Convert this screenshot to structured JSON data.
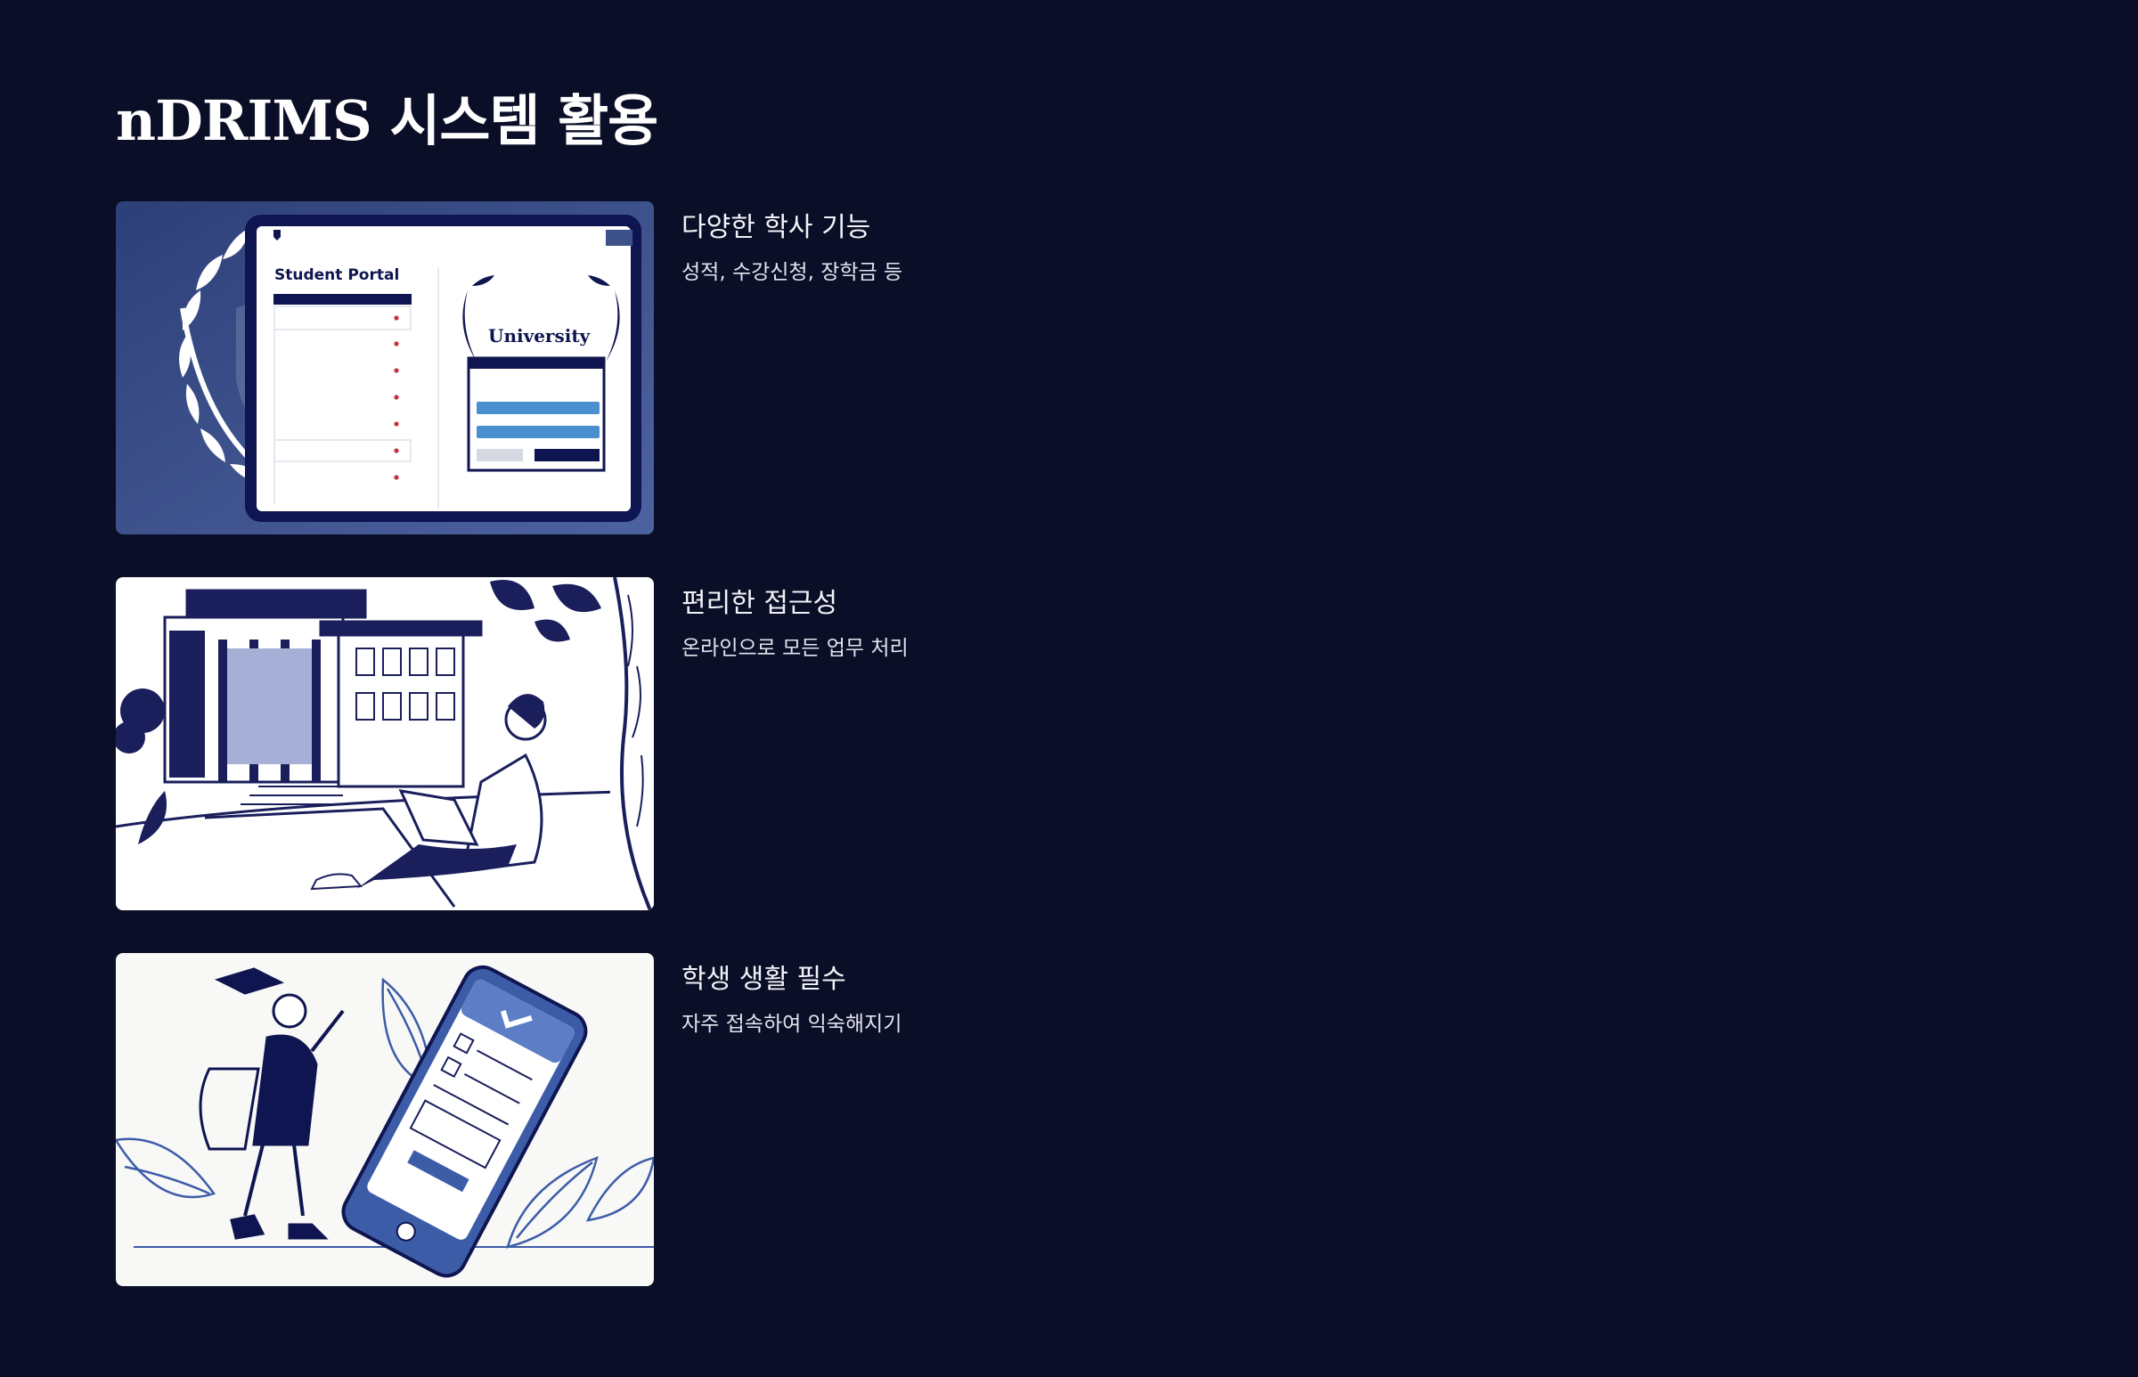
{
  "title": "nDRIMS 시스템 활용",
  "features": [
    {
      "heading": "다양한 학사 기능",
      "description": "성적, 수강신청, 장학금 등",
      "image_text": [
        "Student Portal",
        "University"
      ]
    },
    {
      "heading": "편리한 접근성",
      "description": "온라인으로 모든 업무 처리"
    },
    {
      "heading": "학생 생활 필수",
      "description": "자주 접속하여 익숙해지기"
    }
  ],
  "colors": {
    "background": "#0a0e26",
    "navy": "#1a1f5c",
    "accent_blue": "#4a8fd0",
    "slate": "#3d5288"
  }
}
